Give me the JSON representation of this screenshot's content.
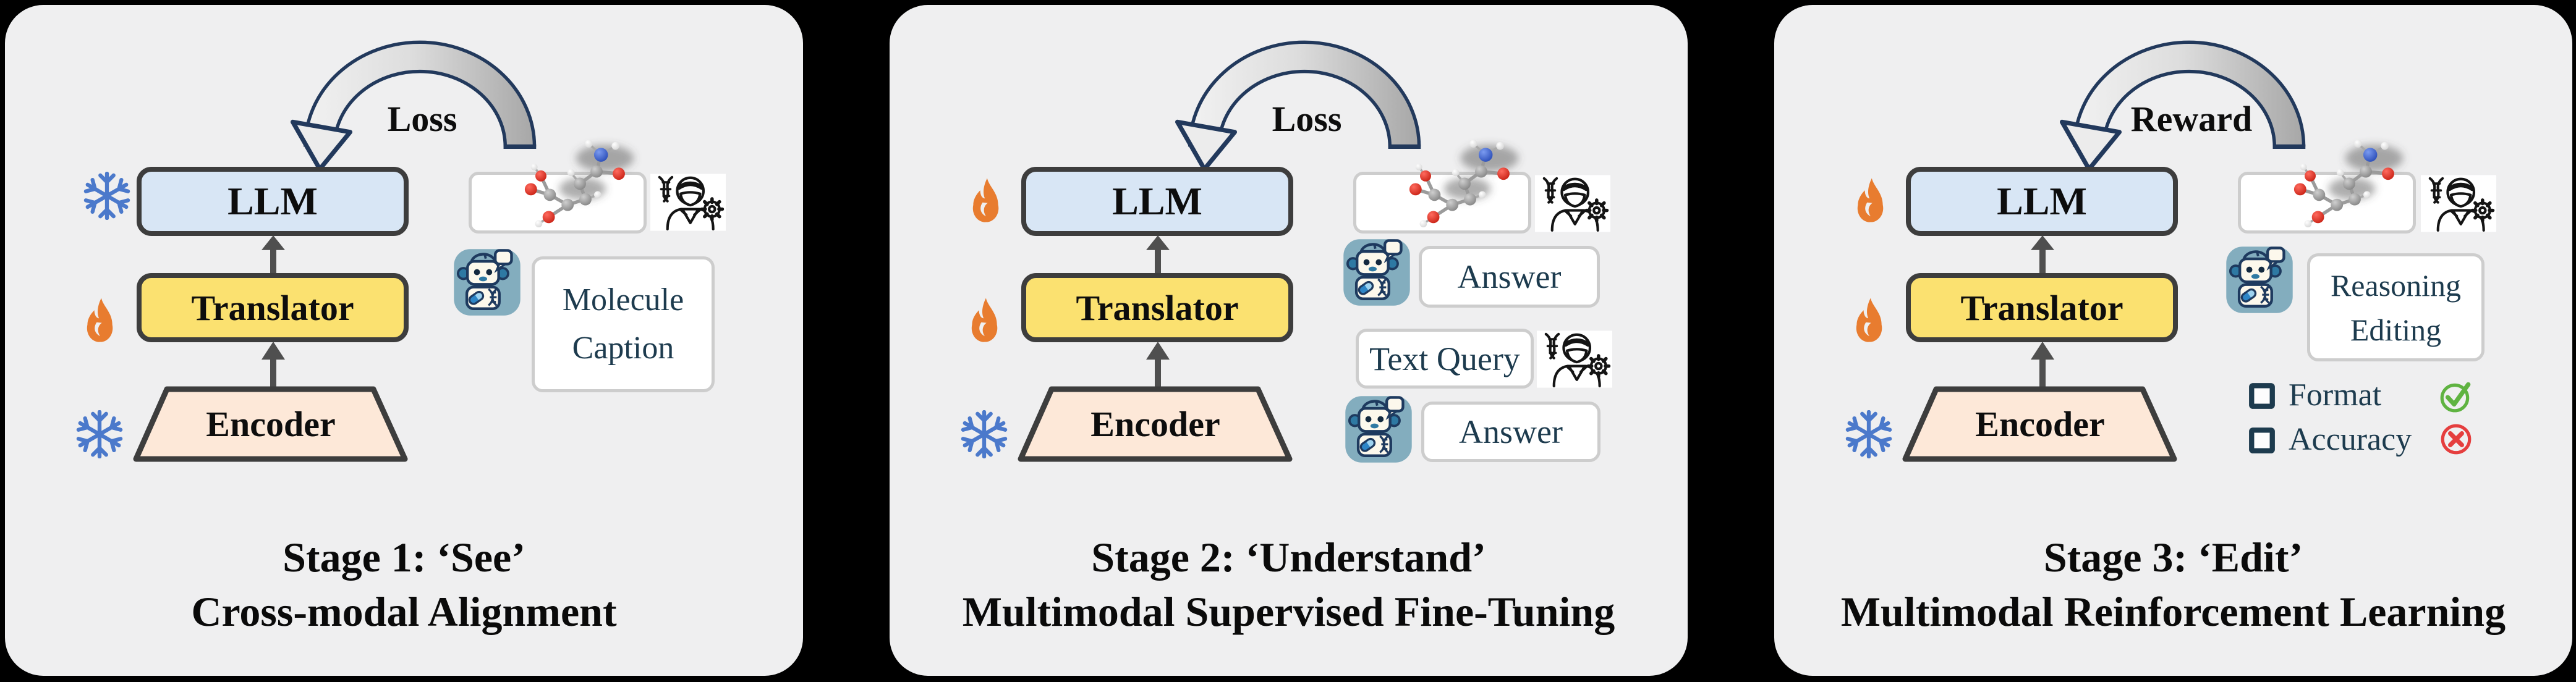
{
  "page_bg": "#000000",
  "panel_bg": "#efeff0",
  "colors": {
    "llm_fill": "#d8e6f5",
    "translator_fill": "#fbe170",
    "encoder_fill": "#fde8d8",
    "box_border": "#3d3d3d",
    "navy_outline": "#22395c",
    "frozen_blue": "#4b79cb",
    "flame_orange": "#e87c2f",
    "robot_teal": "#83adbe",
    "io_text": "#1d3b4e",
    "pass_green": "#5fb341",
    "fail_red": "#e53e3e"
  },
  "icons": {
    "frozen": "snowflake",
    "trainable": "flame",
    "feedback": "curved-arrow",
    "human": "scientist-with-dna-and-gear",
    "model": "robot-chat",
    "input": "molecule-3d-ball-stick",
    "pass": "green-check-circle",
    "fail": "red-cross-circle"
  },
  "panels": [
    {
      "arrow_label": "Loss",
      "stack": {
        "llm": {
          "label": "LLM",
          "state": "frozen"
        },
        "translator": {
          "label": "Translator",
          "state": "trainable"
        },
        "encoder": {
          "label": "Encoder",
          "state": "frozen"
        }
      },
      "io": {
        "caption_box_line1": "Molecule",
        "caption_box_line2": "Caption"
      },
      "caption_line1": "Stage 1: ‘See’",
      "caption_line2": "Cross-modal Alignment"
    },
    {
      "arrow_label": "Loss",
      "stack": {
        "llm": {
          "label": "LLM",
          "state": "trainable"
        },
        "translator": {
          "label": "Translator",
          "state": "trainable"
        },
        "encoder": {
          "label": "Encoder",
          "state": "frozen"
        }
      },
      "io": {
        "answer_top": "Answer",
        "text_query": "Text Query",
        "answer_bottom": "Answer"
      },
      "caption_line1": "Stage 2: ‘Understand’",
      "caption_line2": "Multimodal Supervised Fine-Tuning"
    },
    {
      "arrow_label": "Reward",
      "stack": {
        "llm": {
          "label": "LLM",
          "state": "trainable"
        },
        "translator": {
          "label": "Translator",
          "state": "trainable"
        },
        "encoder": {
          "label": "Encoder",
          "state": "frozen"
        }
      },
      "io": {
        "reasoning_line1": "Reasoning",
        "reasoning_line2": "Editing"
      },
      "rewards": [
        {
          "label": "Format",
          "result": "pass"
        },
        {
          "label": "Accuracy",
          "result": "fail"
        }
      ],
      "caption_line1": "Stage 3: ‘Edit’",
      "caption_line2": "Multimodal Reinforcement Learning"
    }
  ]
}
